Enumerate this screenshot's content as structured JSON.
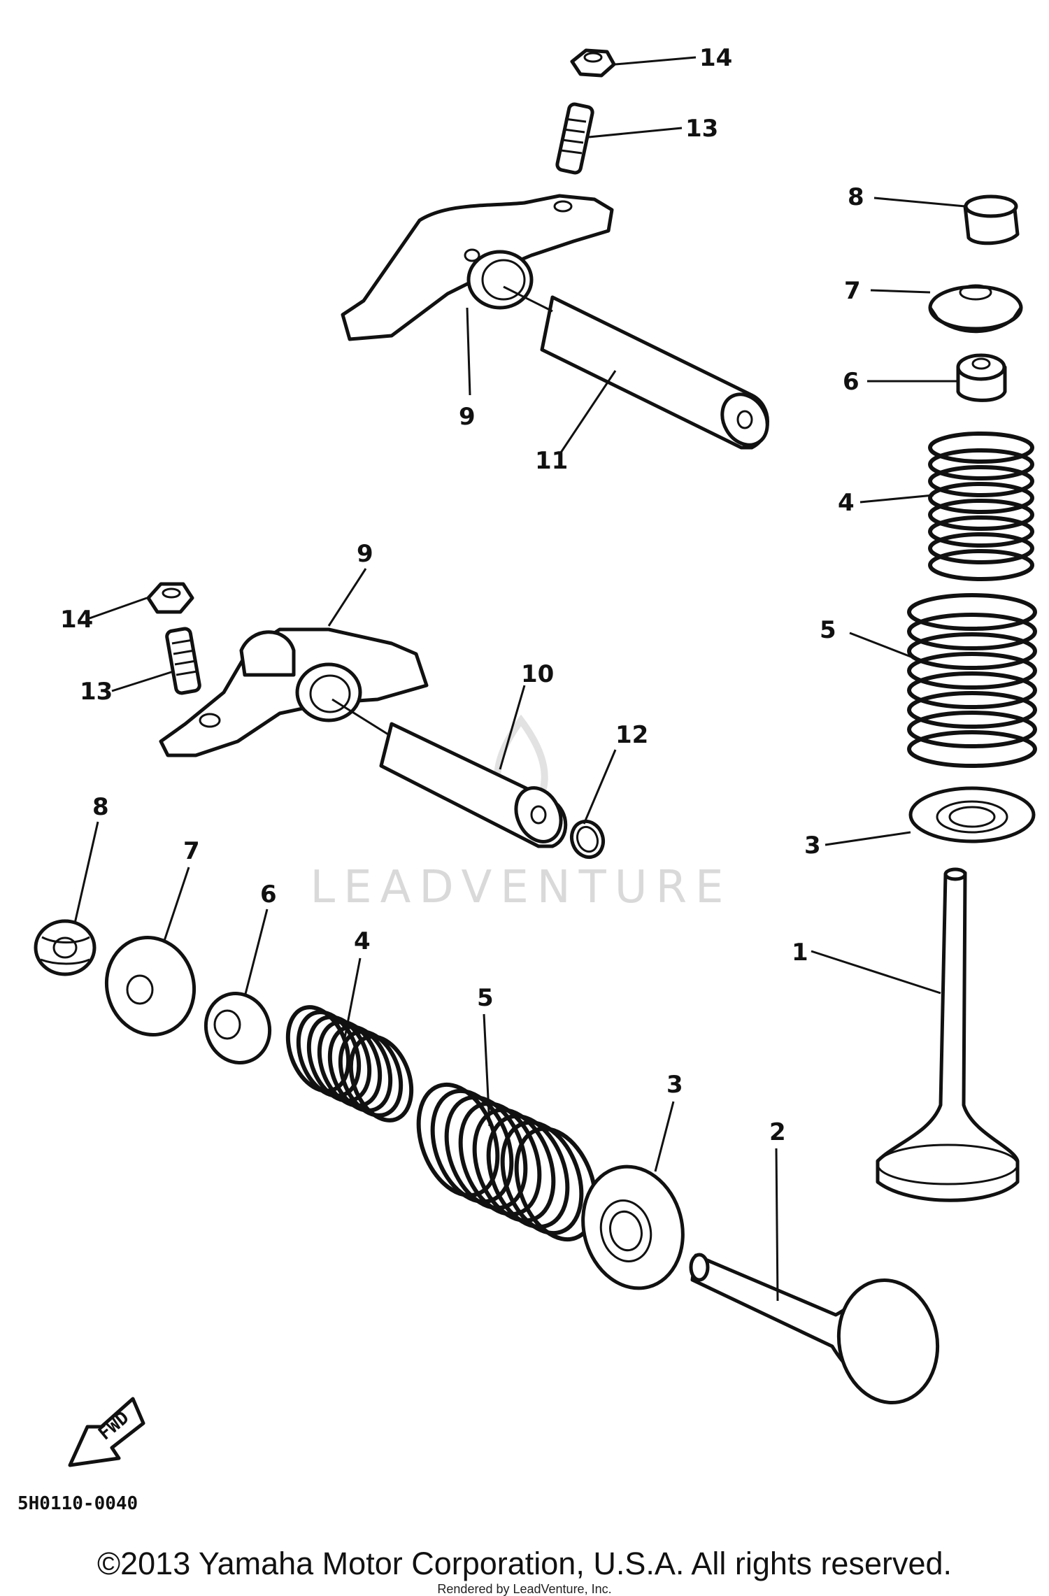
{
  "diagram_code": "5H0110-0040",
  "copyright": "©2013 Yamaha Motor Corporation, U.S.A. All rights reserved.",
  "rendered_by": "Rendered by LeadVenture, Inc.",
  "watermark": "LEADVENTURE",
  "fwd_label": "FWD",
  "callouts": {
    "top_14": "14",
    "top_13": "13",
    "top_9": "9",
    "top_11": "11",
    "mid_9": "9",
    "mid_14": "14",
    "mid_13": "13",
    "mid_10": "10",
    "mid_12": "12",
    "right_8": "8",
    "right_7": "7",
    "right_6": "6",
    "right_4": "4",
    "right_5": "5",
    "right_3": "3",
    "right_1": "1",
    "bot_8": "8",
    "bot_7": "7",
    "bot_6": "6",
    "bot_4": "4",
    "bot_5": "5",
    "bot_3": "3",
    "bot_2": "2"
  }
}
